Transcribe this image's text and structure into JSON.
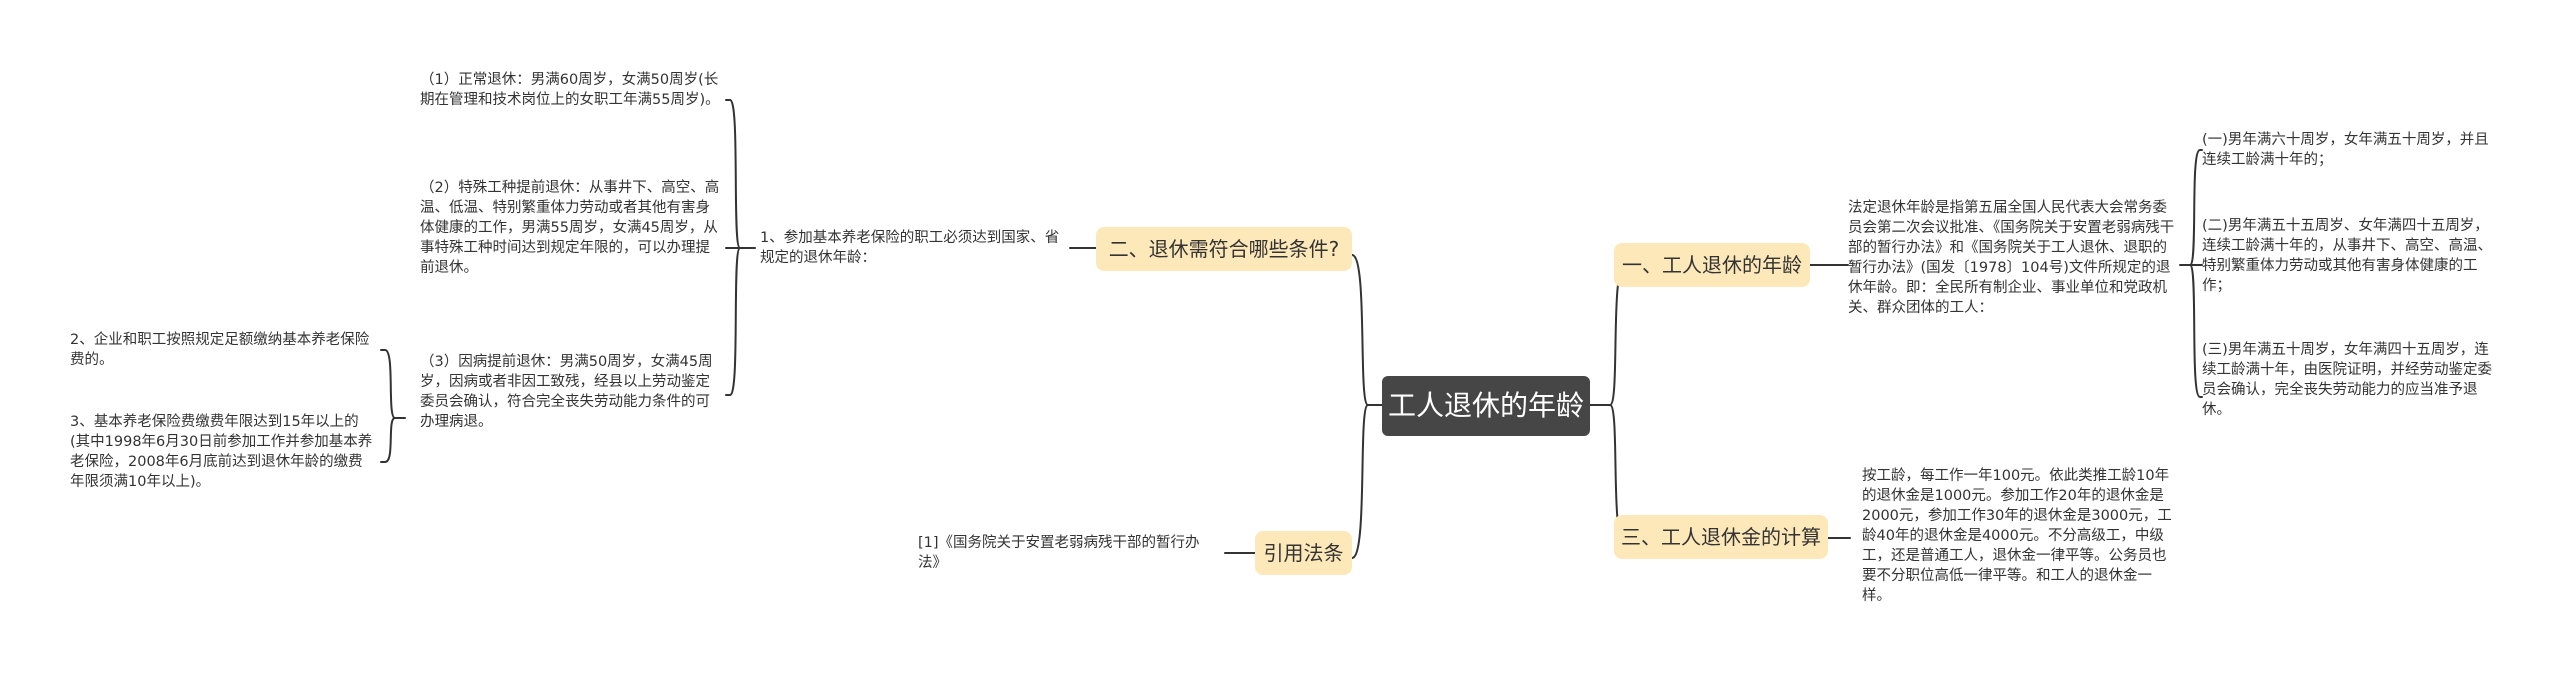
{
  "root": {
    "label": "工人退休的年龄"
  },
  "branches": {
    "b1": {
      "label": "一、工人退休的年龄",
      "intro": "法定退休年龄是指第五届全国人民代表大会常务委员会第二次会议批准、《国务院关于安置老弱病残干部的暂行办法》和《国务院关于工人退休、退职的暂行办法》(国发〔1978〕104号)文件所规定的退休年龄。即：全民所有制企业、事业单位和党政机关、群众团体的工人：",
      "items": [
        "(一)男年满六十周岁，女年满五十周岁，并且连续工龄满十年的；",
        "(二)男年满五十五周岁、女年满四十五周岁，连续工龄满十年的，从事井下、高空、高温、特别繁重体力劳动或其他有害身体健康的工作；",
        "(三)男年满五十周岁，女年满四十五周岁，连续工龄满十年，由医院证明，并经劳动鉴定委员会确认，完全丧失劳动能力的应当准予退休。"
      ]
    },
    "b2": {
      "label": "二、退休需符合哪些条件?",
      "cond1": "1、参加基本养老保险的职工必须达到国家、省规定的退休年龄：",
      "cond1_items": [
        "（1）正常退休：男满60周岁，女满50周岁(长期在管理和技术岗位上的女职工年满55周岁)。",
        "（2）特殊工种提前退休：从事井下、高空、高温、低温、特别繁重体力劳动或者其他有害身体健康的工作，男满55周岁，女满45周岁，从事特殊工种时间达到规定年限的，可以办理提前退休。",
        "（3）因病提前退休：男满50周岁，女满45周岁，因病或者非因工致残，经县以上劳动鉴定委员会确认，符合完全丧失劳动能力条件的可办理病退。"
      ],
      "cond_more": [
        "2、企业和职工按照规定足额缴纳基本养老保险费的。",
        "3、基本养老保险费缴费年限达到15年以上的(其中1998年6月30日前参加工作并参加基本养老保险，2008年6月底前达到退休年龄的缴费年限须满10年以上)。"
      ]
    },
    "b3": {
      "label": "三、工人退休金的计算",
      "text": "按工龄，每工作一年100元。依此类推工龄10年的退休金是1000元。参加工作20年的退休金是2000元，参加工作30年的退休金是3000元，工龄40年的退休金是4000元。不分高级工，中级工，还是普通工人，退休金一律平等。公务员也要不分职位高低一律平等。和工人的退休金一样。"
    },
    "b4": {
      "label": "引用法条",
      "ref": "[1]《国务院关于安置老弱病残干部的暂行办法》"
    }
  },
  "colors": {
    "line": "#333333",
    "root_bg": "#464646",
    "branch_bg": "#fde8b9"
  }
}
